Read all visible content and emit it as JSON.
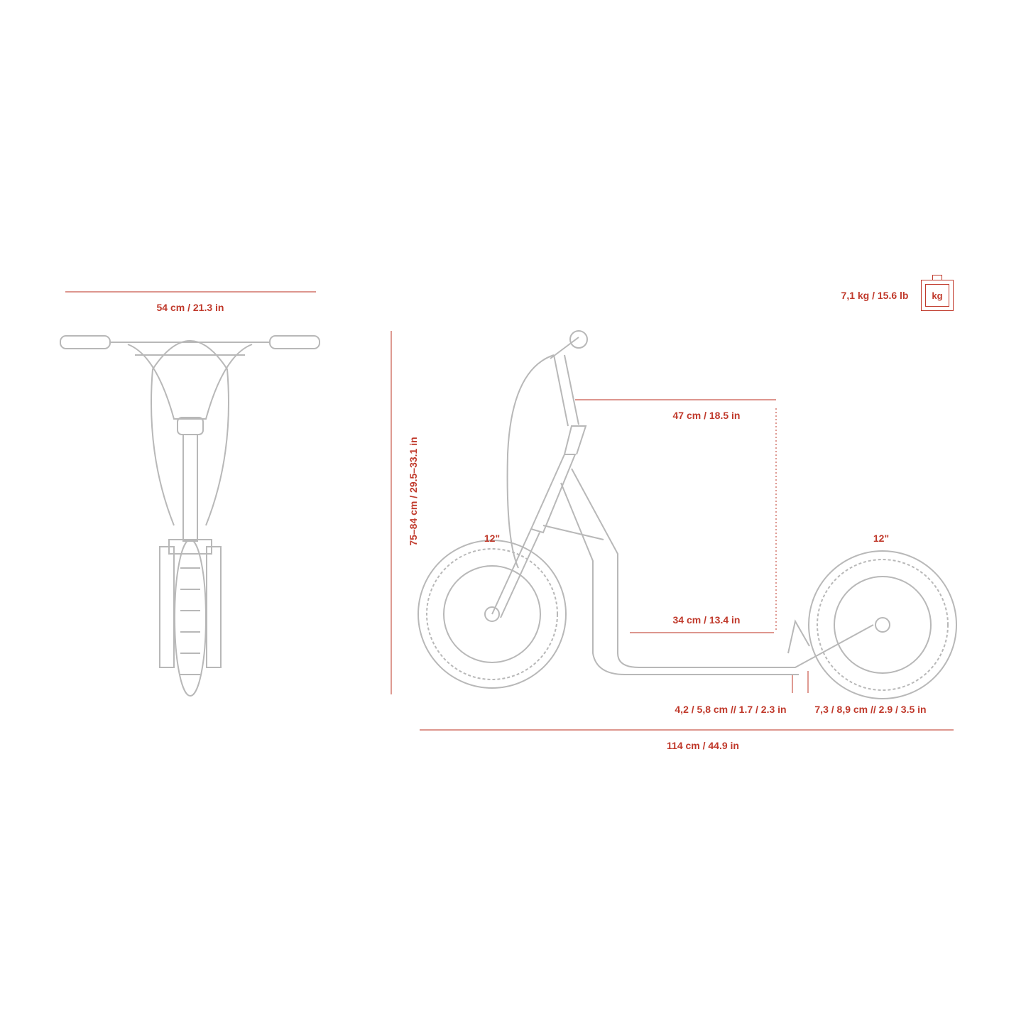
{
  "colors": {
    "dimension": "#c0392b",
    "drawing": "#b8b8b8"
  },
  "dimensions": {
    "handlebar_width": "54 cm / 21.3 in",
    "height": "75–84 cm / 29.5–33.1 in",
    "reach": "47 cm / 18.5 in",
    "deck_length": "34 cm / 13.4 in",
    "deck_clearance": "4,2 / 5,8 cm //  1.7 / 2.3 in",
    "rear_clearance": "7,3 / 8,9 cm // 2.9 / 3.5 in",
    "total_length": "114 cm / 44.9 in",
    "front_wheel": "12\"",
    "rear_wheel": "12\""
  },
  "weight": {
    "value": "7,1 kg / 15.6 lb",
    "icon_label": "kg",
    "icon": "weight-icon"
  }
}
